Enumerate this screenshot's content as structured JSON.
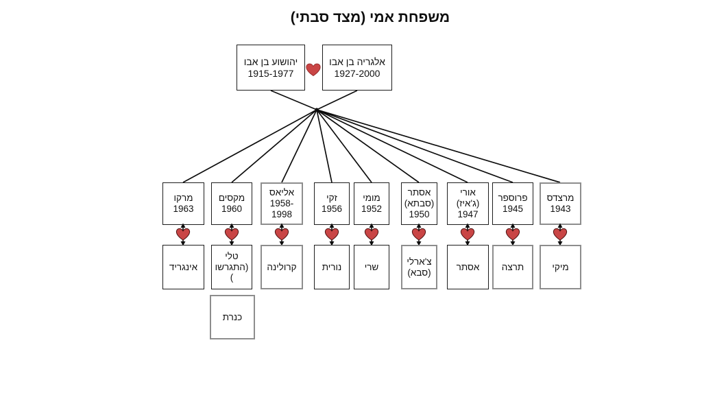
{
  "title": "משפחת אמי (מצד סבתי)",
  "colors": {
    "line": "#0d0d0d",
    "box_border": "#1c1c1c",
    "box_border_gray": "#8d8d8d",
    "heart_fill": "#c94545",
    "heart_stroke": "#4a1010"
  },
  "parents": [
    {
      "text": "יהושוע בן אבו\n1915-1977",
      "border": "black"
    },
    {
      "text": "אלגריה בן אבו\n1927-2000",
      "border": "black"
    }
  ],
  "children": [
    {
      "text": "מרקו\n1963",
      "border": "black"
    },
    {
      "text": "מקסים\n1960",
      "border": "black"
    },
    {
      "text": "אליאס\n1958-\n1998",
      "border": "gray"
    },
    {
      "text": "זקי\n1956",
      "border": "black"
    },
    {
      "text": "מומי\n1952",
      "border": "black"
    },
    {
      "text": "אסתר\n(סבתא)\n1950",
      "border": "black"
    },
    {
      "text": "אורי\n(ג'איז)\n1947",
      "border": "black"
    },
    {
      "text": "פרוספר\n1945",
      "border": "black"
    },
    {
      "text": "מרצדס\n1943",
      "border": "gray"
    }
  ],
  "spouses": [
    {
      "text": "אינגריד",
      "border": "black"
    },
    {
      "text": "טלי\n(התגרשו\n‏)",
      "border": "black"
    },
    {
      "text": "קרולינה",
      "border": "gray"
    },
    {
      "text": "נורית",
      "border": "black"
    },
    {
      "text": "שרי",
      "border": "black"
    },
    {
      "text": "צ'ארלי\n(סבא)",
      "border": "gray"
    },
    {
      "text": "אסתר",
      "border": "black"
    },
    {
      "text": "תרצה",
      "border": "gray"
    },
    {
      "text": "מיקי",
      "border": "gray"
    }
  ],
  "grandchildren": [
    {
      "text": "כנרת",
      "border": "gray"
    }
  ]
}
